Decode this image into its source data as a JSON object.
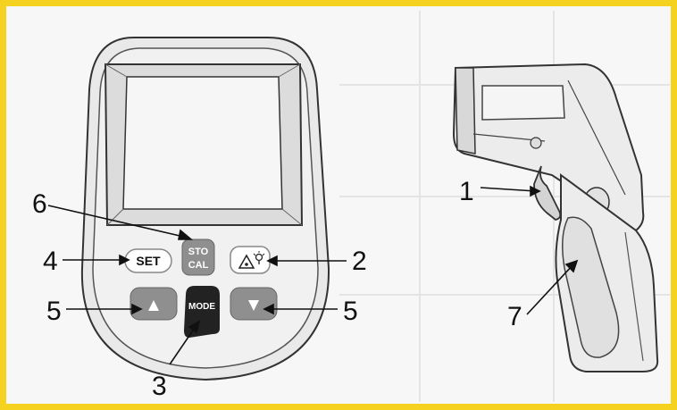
{
  "front_view": {
    "buttons": {
      "set": "SET",
      "store_cal_top": "STO",
      "store_cal_bottom": "CAL",
      "mode": "MODE"
    }
  },
  "callouts": {
    "c1": "1",
    "c2": "2",
    "c3": "3",
    "c4": "4",
    "c5_left": "5",
    "c5_right": "5",
    "c6": "6",
    "c7": "7"
  },
  "colors": {
    "frame": "#f4d21f",
    "button_grey": "#8f8f8f",
    "mode_button": "#222222",
    "outline": "#333333"
  }
}
